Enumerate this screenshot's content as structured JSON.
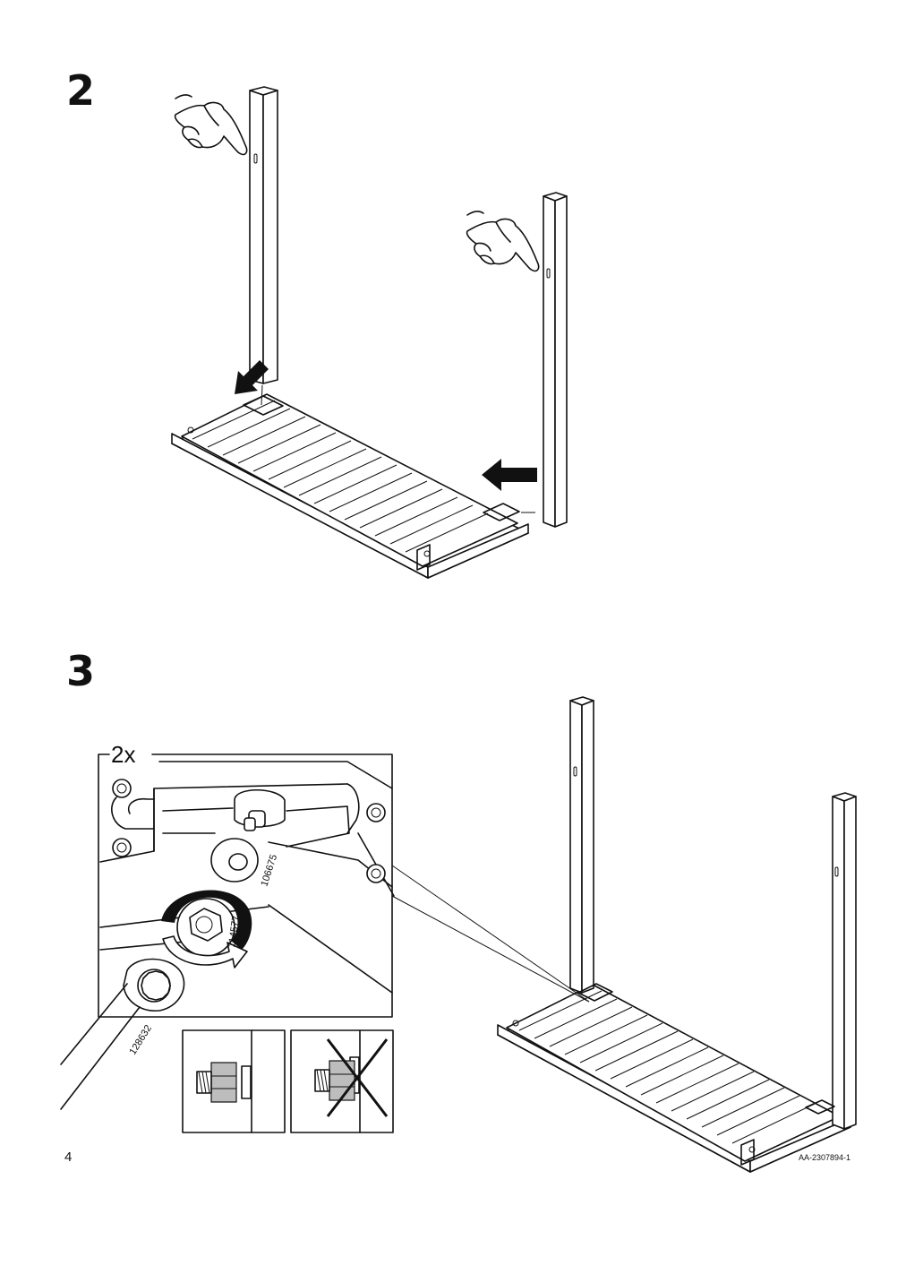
{
  "steps": [
    {
      "number": "2"
    },
    {
      "number": "3",
      "quantity": "2x",
      "parts": [
        "106675",
        "114577",
        "128632"
      ]
    }
  ],
  "footer": {
    "page_number": "4",
    "document_code": "AA-2307894-1"
  }
}
